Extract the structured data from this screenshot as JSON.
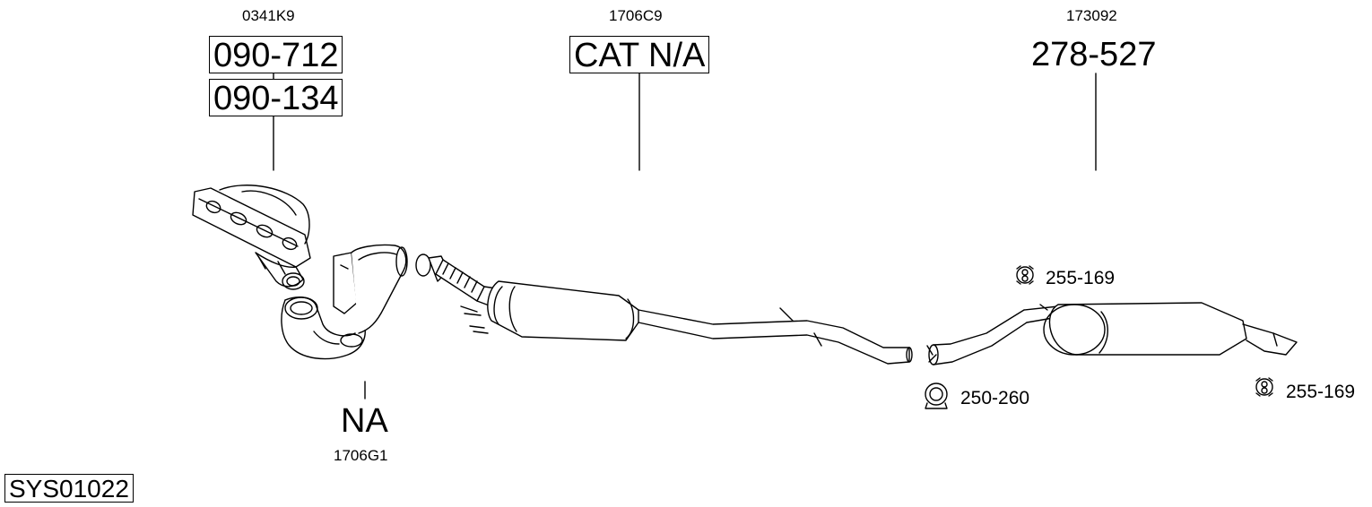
{
  "diagram_id": "SYS01022",
  "groups": {
    "manifold": {
      "oe_code": "0341K9",
      "part_numbers": [
        "090-712",
        "090-134"
      ]
    },
    "front_pipe": {
      "oe_code": "1706G1",
      "part_number": "NA"
    },
    "catalyst": {
      "oe_code": "1706C9",
      "part_number": "CAT N/A"
    },
    "rear_silencer": {
      "oe_code": "173092",
      "part_number": "278-527"
    }
  },
  "fittings": {
    "hanger_top": "255-169",
    "hanger_right": "255-169",
    "clamp": "250-260"
  }
}
